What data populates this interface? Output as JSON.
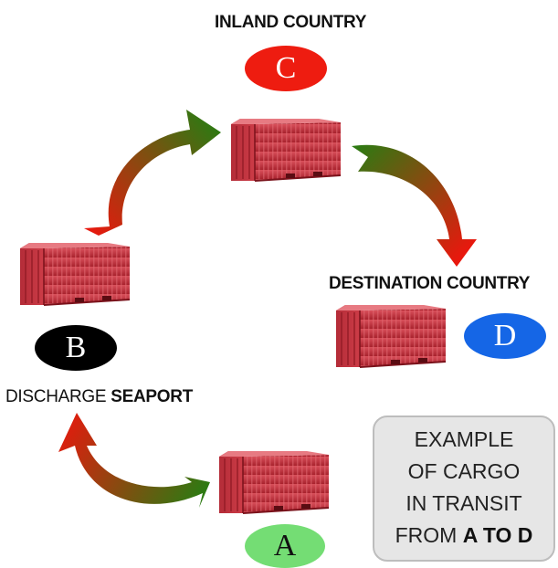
{
  "nodes": {
    "inland": {
      "title": "INLAND COUNTRY",
      "letter": "C",
      "color": "#ee1c10"
    },
    "destination": {
      "title": "DESTINATION COUNTRY",
      "letter": "D",
      "color": "#1566e6"
    },
    "seaport": {
      "title_plain": "DISCHARGE ",
      "title_bold": "SEAPORT",
      "letter": "B",
      "color": "#000000"
    },
    "origin": {
      "letter": "A",
      "color": "#74dd74"
    }
  },
  "note": {
    "line1": "EXAMPLE",
    "line2": "OF CARGO",
    "line3": "IN TRANSIT",
    "line4_plain": "FROM ",
    "line4_bold": "A TO D"
  },
  "colors": {
    "container": "#c93a46",
    "arrow_green": "#2f7a12",
    "arrow_red": "#e21a10"
  },
  "icons": [
    "shipping-container-icon",
    "curved-arrow-icon"
  ]
}
